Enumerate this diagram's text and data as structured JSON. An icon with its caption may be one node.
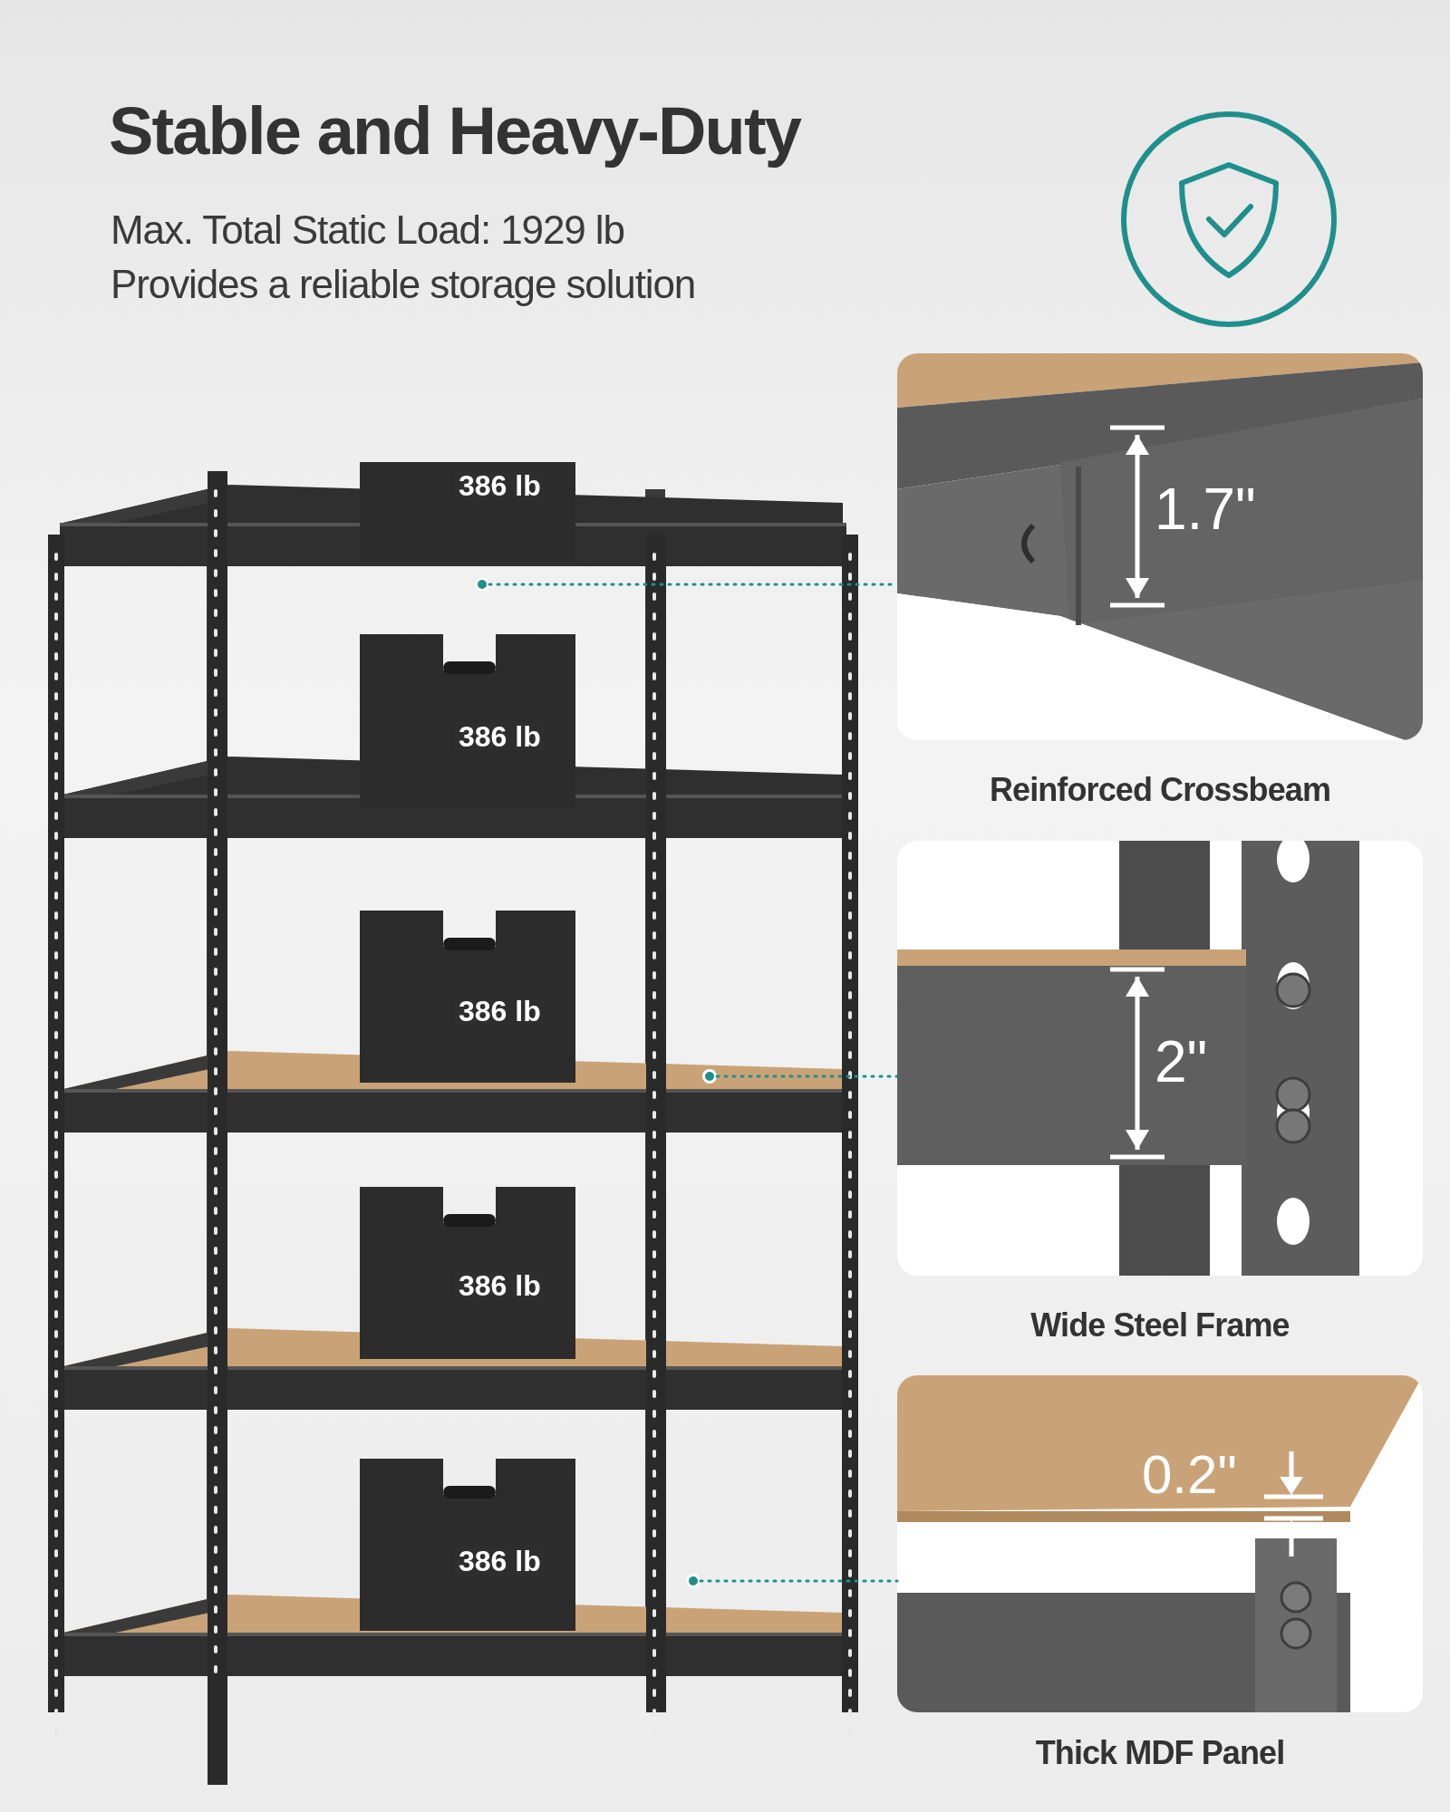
{
  "diagram": {
    "title": "Stable and Heavy-Duty",
    "nodes": [
      {
        "text": [],
        "shape": "circle"
      },
      {
        "text": [
          "Reinforced Crossbeam"
        ]
      },
      {
        "text": [],
        "shape": "circle"
      },
      {
        "text": [
          "Wide Steel Frame"
        ]
      },
      {
        "text": [],
        "shape": "circle"
      },
      {
        "text": [
          "Thick MDF Panel"
        ]
      }
    ],
    "edges": [
      {
        "from": 0,
        "to": 1,
        "arrow": "none",
        "style": "dashed"
      },
      {
        "from": 2,
        "to": 3,
        "arrow": "none",
        "style": "dashed"
      },
      {
        "from": 4,
        "to": 5,
        "arrow": "none",
        "style": "dashed"
      }
    ],
    "labels": [
      "Max. Total Static Load: 1929 lb",
      "Provides a reliable storage solution",
      "386 lb",
      "386 lb",
      "386 lb",
      "386 lb",
      "386 lb",
      "1.7\"",
      "2\"",
      "0.2\""
    ]
  }
}
